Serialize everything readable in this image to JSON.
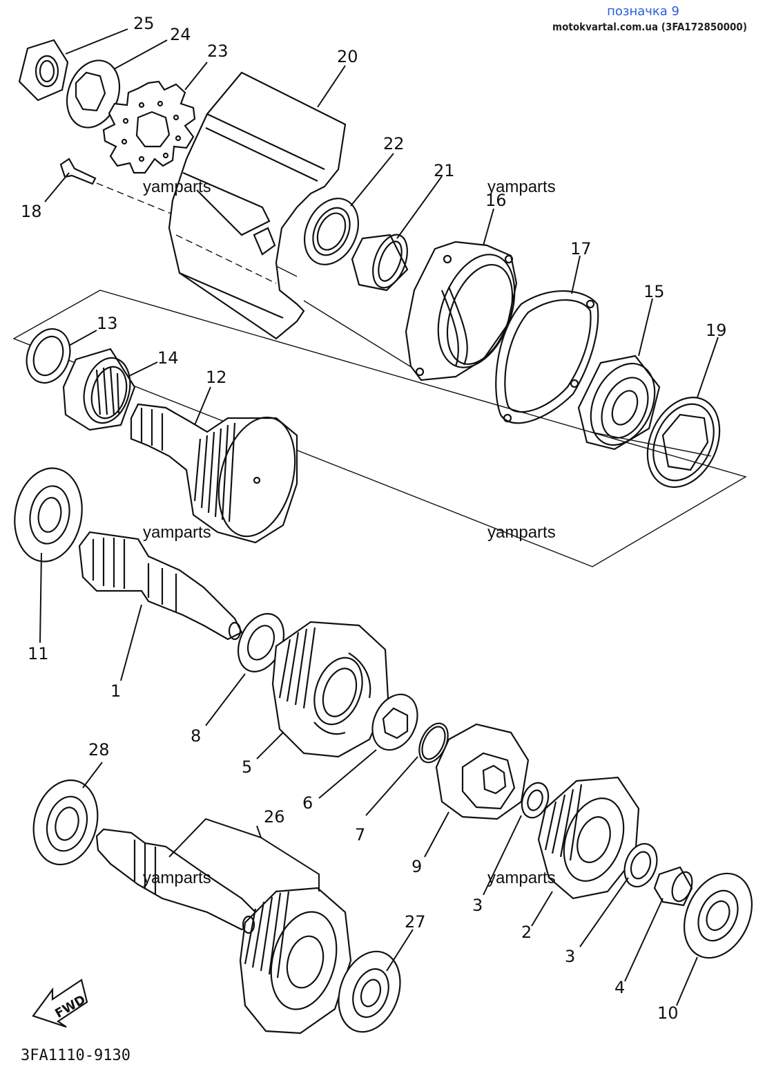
{
  "header": {
    "title": "позначка 9",
    "source": "motokvartal.com.ua (3FA172850000)"
  },
  "watermarks": [
    "yamparts",
    "yamparts",
    "yamparts",
    "yamparts",
    "yamparts",
    "yamparts"
  ],
  "parts": {
    "p1": "1",
    "p2": "2",
    "p3a": "3",
    "p3b": "3",
    "p4": "4",
    "p5": "5",
    "p6": "6",
    "p7": "7",
    "p8": "8",
    "p9": "9",
    "p10": "10",
    "p11": "11",
    "p12": "12",
    "p13": "13",
    "p14": "14",
    "p15": "15",
    "p16": "16",
    "p17": "17",
    "p18": "18",
    "p19": "19",
    "p20": "20",
    "p21": "21",
    "p22": "22",
    "p23": "23",
    "p24": "24",
    "p25": "25",
    "p26": "26",
    "p27": "27",
    "p28": "28"
  },
  "fwd": "FWD",
  "diagram_code": "3FA1110-9130"
}
